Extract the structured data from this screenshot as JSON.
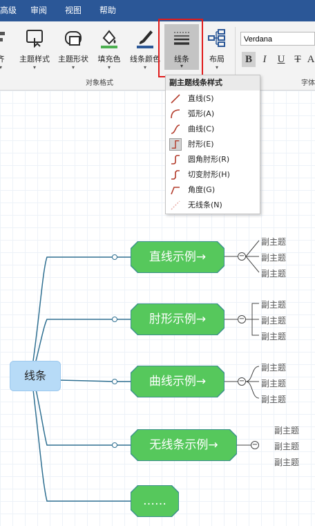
{
  "menubar": {
    "items": [
      "高级",
      "审阅",
      "视图",
      "帮助"
    ],
    "bg": "#2b5797"
  },
  "ribbon": {
    "buttons": [
      {
        "label": "齐",
        "icon": "align-icon"
      },
      {
        "label": "主题样式",
        "icon": "topic-style-icon"
      },
      {
        "label": "主题形状",
        "icon": "topic-shape-icon"
      },
      {
        "label": "填充色",
        "icon": "fill-color-icon"
      },
      {
        "label": "线条颜色",
        "icon": "line-color-icon"
      },
      {
        "label": "线条",
        "icon": "line-style-icon"
      },
      {
        "label": "布局",
        "icon": "layout-icon"
      }
    ],
    "dropdown_arrow": "▾",
    "group_object_format": "对象格式",
    "group_font": "字体",
    "font_name": "Verdana",
    "format_buttons": [
      "B",
      "I",
      "U",
      "T",
      "A"
    ],
    "accent_red": "#e01b1b"
  },
  "dropdown": {
    "title": "副主题线条样式",
    "items": [
      {
        "label": "直线(S)",
        "icon": "straight-line-icon"
      },
      {
        "label": "弧形(A)",
        "icon": "arc-line-icon"
      },
      {
        "label": "曲线(C)",
        "icon": "curve-line-icon"
      },
      {
        "label": "肘形(E)",
        "icon": "elbow-line-icon",
        "selected": true
      },
      {
        "label": "圆角肘形(R)",
        "icon": "rounded-elbow-line-icon"
      },
      {
        "label": "切变肘形(H)",
        "icon": "bevel-elbow-line-icon"
      },
      {
        "label": "角度(G)",
        "icon": "angle-line-icon"
      },
      {
        "label": "无线条(N)",
        "icon": "no-line-icon"
      }
    ]
  },
  "mindmap": {
    "root": "线条",
    "branches": [
      {
        "label": "直线示例→",
        "subtopics": [
          "副主题",
          "副主题",
          "副主题"
        ]
      },
      {
        "label": "肘形示例→",
        "subtopics": [
          "副主题",
          "副主题",
          "副主题"
        ]
      },
      {
        "label": "曲线示例→",
        "subtopics": [
          "副主题",
          "副主题",
          "副主题"
        ]
      },
      {
        "label": "无线条示例→",
        "subtopics": [
          "副主题",
          "副主题",
          "副主题"
        ]
      },
      {
        "label": "……",
        "subtopics": []
      }
    ],
    "collapse_symbol": "−",
    "node_color": "#56c85c",
    "root_color": "#b7dbf7",
    "line_color": "#2e6f91"
  }
}
